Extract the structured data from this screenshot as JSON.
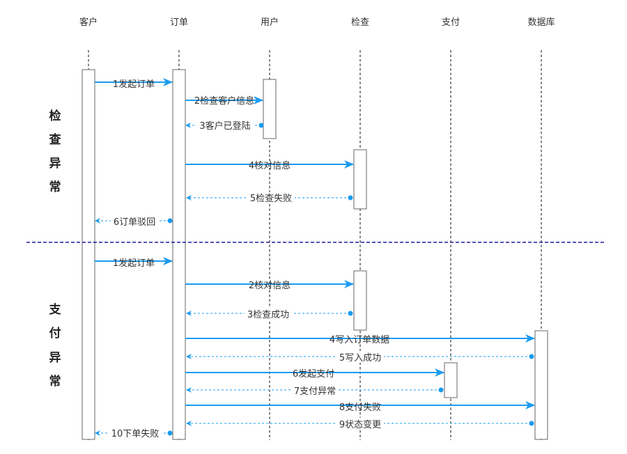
{
  "participants": [
    {
      "id": "customer",
      "label": "客户"
    },
    {
      "id": "order",
      "label": "订单"
    },
    {
      "id": "user",
      "label": "用户"
    },
    {
      "id": "check",
      "label": "检查"
    },
    {
      "id": "payment",
      "label": "支付"
    },
    {
      "id": "database",
      "label": "数据库"
    }
  ],
  "sections": [
    {
      "id": "check-exception",
      "chars": [
        "检",
        "查",
        "异",
        "常"
      ]
    },
    {
      "id": "payment-exception",
      "chars": [
        "支",
        "付",
        "异",
        "常"
      ]
    }
  ],
  "messages": [
    {
      "section": "check-exception",
      "from": "customer",
      "to": "order",
      "label": "1发起订单",
      "style": "solid"
    },
    {
      "section": "check-exception",
      "from": "order",
      "to": "user",
      "label": "2检查客户信息",
      "style": "solid"
    },
    {
      "section": "check-exception",
      "from": "user",
      "to": "order",
      "label": "3客户已登陆",
      "style": "dashed"
    },
    {
      "section": "check-exception",
      "from": "order",
      "to": "check",
      "label": "4核对信息",
      "style": "solid"
    },
    {
      "section": "check-exception",
      "from": "check",
      "to": "order",
      "label": "5检查失败",
      "style": "dashed"
    },
    {
      "section": "check-exception",
      "from": "order",
      "to": "customer",
      "label": "6订单驳回",
      "style": "dashed"
    },
    {
      "section": "payment-exception",
      "from": "customer",
      "to": "order",
      "label": "1发起订单",
      "style": "solid"
    },
    {
      "section": "payment-exception",
      "from": "order",
      "to": "check",
      "label": "2核对信息",
      "style": "solid"
    },
    {
      "section": "payment-exception",
      "from": "check",
      "to": "order",
      "label": "3检查成功",
      "style": "dashed"
    },
    {
      "section": "payment-exception",
      "from": "order",
      "to": "database",
      "label": "4写入订单数据",
      "style": "solid"
    },
    {
      "section": "payment-exception",
      "from": "database",
      "to": "order",
      "label": "5写入成功",
      "style": "dashed"
    },
    {
      "section": "payment-exception",
      "from": "order",
      "to": "payment",
      "label": "6发起支付",
      "style": "solid"
    },
    {
      "section": "payment-exception",
      "from": "payment",
      "to": "order",
      "label": "7支付异常",
      "style": "dashed"
    },
    {
      "section": "payment-exception",
      "from": "order",
      "to": "database",
      "label": "8支付失败",
      "style": "solid"
    },
    {
      "section": "payment-exception",
      "from": "database",
      "to": "order",
      "label": "9状态变更",
      "style": "dashed"
    },
    {
      "section": "payment-exception",
      "from": "order",
      "to": "customer",
      "label": "10下单失败",
      "style": "dashed"
    }
  ],
  "colors": {
    "arrow": "#1a9bf0",
    "divider": "#1a1aa0",
    "lifeline": "#444444",
    "activation_border": "#666666"
  }
}
